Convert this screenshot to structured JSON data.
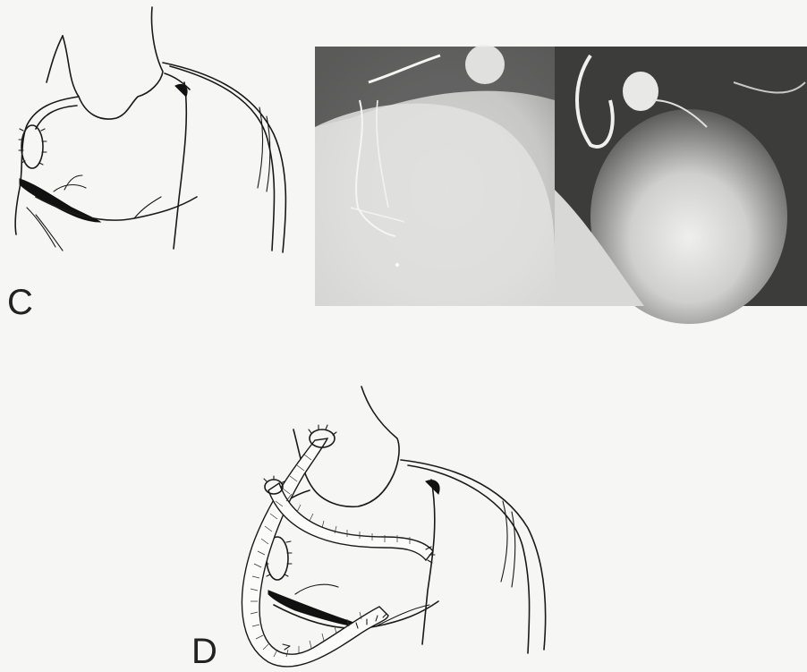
{
  "panels": {
    "c": {
      "label": "C"
    },
    "d": {
      "label": "D"
    }
  },
  "colors": {
    "background": "#f6f6f4",
    "ink": "#1a1a1a",
    "xray_dark": "#3a3a3a",
    "xray_light": "#e6e6e6"
  },
  "icons": [
    "heart-line-drawing",
    "angiogram-photo",
    "bypass-graft-drawing"
  ]
}
